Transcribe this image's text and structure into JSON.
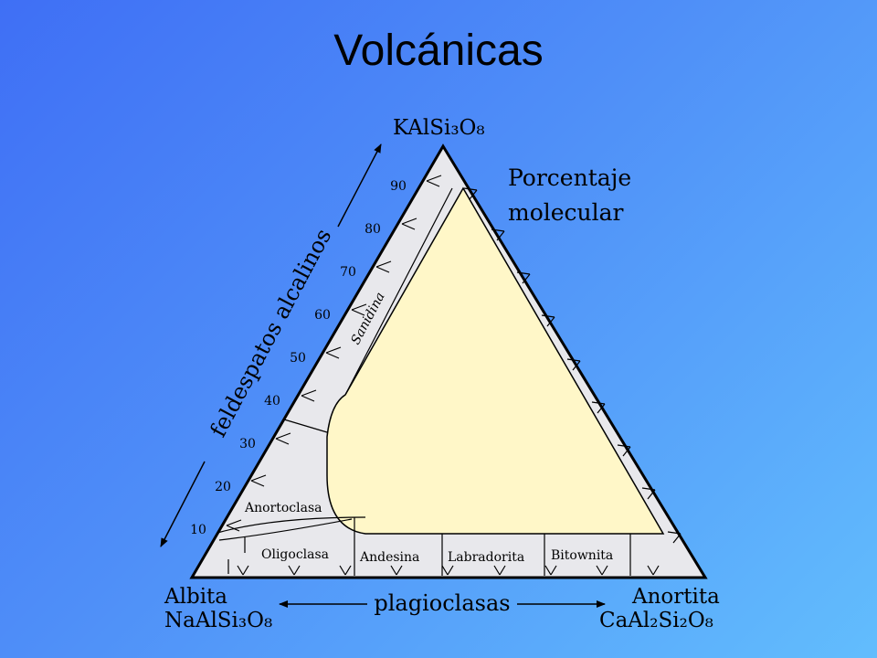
{
  "slide": {
    "title": "Volcánicas"
  },
  "diagram": {
    "apex_top": "KAlSi₃O₈",
    "left_vertex_name": "Albita",
    "left_vertex_formula": "NaAlSi₃O₈",
    "right_vertex_name": "Anortita",
    "right_vertex_formula": "CaAl₂Si₂O₈",
    "note_line1": "Porcentaje",
    "note_line2": "molecular",
    "left_axis_label": "feldespatos alcalinos",
    "bottom_axis_label": "plagioclasas",
    "scale_ticks": [
      "10",
      "20",
      "30",
      "40",
      "50",
      "60",
      "70",
      "80",
      "90"
    ],
    "fields": {
      "sanidina": "Sanidina",
      "anortoclasa": "Anortoclasa",
      "oligoclasa": "Oligoclasa",
      "andesina": "Andesina",
      "labradorita": "Labradorita",
      "bitownita": "Bitownita"
    },
    "colors": {
      "triangle_fill": "#e8e8ec",
      "gap_fill": "#fff7c8",
      "line": "#000000"
    }
  }
}
